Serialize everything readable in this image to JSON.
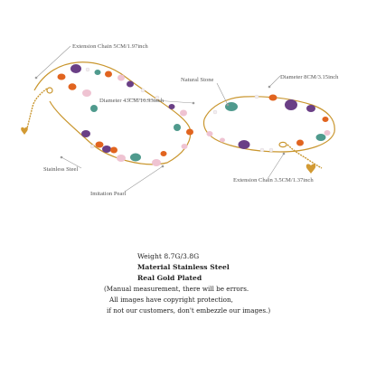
{
  "labels": {
    "necklace_extension": "Extension Chain 5CM/1.97inch",
    "necklace_diameter": "Diameter 43CM/16.93inch",
    "stainless_steel": "Stainless Steel",
    "imitation_pearl": "Imitation Pearl",
    "natural_stone": "Natural Stone",
    "bracelet_diameter": "Diameter 8CM/3.15inch",
    "bracelet_extension": "Extension Chain 3.5CM/1.37inch"
  },
  "specs": {
    "weight": "Weight 8.7G/3.8G",
    "material": "Material Stainless Steel",
    "plating": "Real Gold Plated"
  },
  "notes": [
    "(Manual measurement, there will be errors.",
    "All images have copyright protection,",
    "if not our customers, don't embezzle our images.)"
  ],
  "colors": {
    "gold": "#c9962e",
    "amethyst": "#6a3f86",
    "carnelian": "#e1641f",
    "rose_quartz": "#efc3d2",
    "turquoise": "#4f9a8d",
    "pearl": "#f3eef0",
    "leader_line": "#9a9a9a"
  }
}
